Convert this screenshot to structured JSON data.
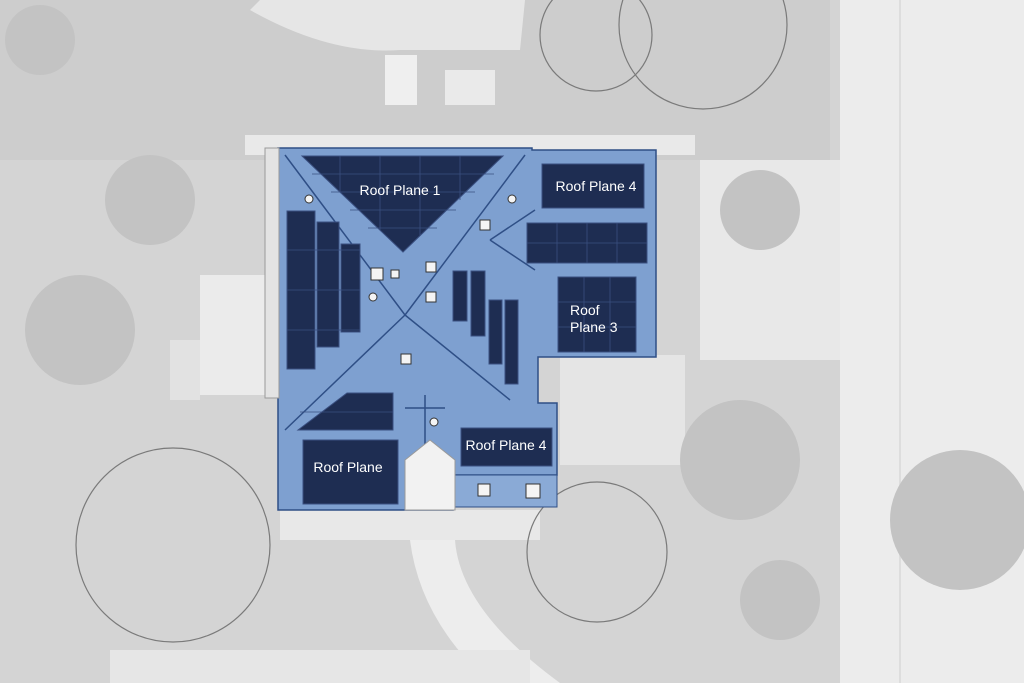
{
  "view": {
    "type": "aerial-roof-layout",
    "colors": {
      "background": "#dcdcdc",
      "roof_fill": "#7ea0d0",
      "roof_stroke": "#2f4f86",
      "panel": "#1e2d52",
      "panel_grid": "#3a4f80",
      "tree_outline": "#7a7a7a",
      "label": "#ffffff"
    }
  },
  "roof_planes": [
    {
      "id": "plane-1",
      "label": "Roof Plane 1"
    },
    {
      "id": "plane-4-top",
      "label": "Roof Plane 4"
    },
    {
      "id": "plane-3",
      "label_line1": "Roof",
      "label_line2": "Plane 3"
    },
    {
      "id": "plane-4-bottom",
      "label": "Roof Plane 4"
    },
    {
      "id": "plane-sw",
      "label": "Roof Plane"
    }
  ],
  "icons": [
    "roof-vent-icon",
    "skylight-icon",
    "tree-canopy-icon"
  ]
}
